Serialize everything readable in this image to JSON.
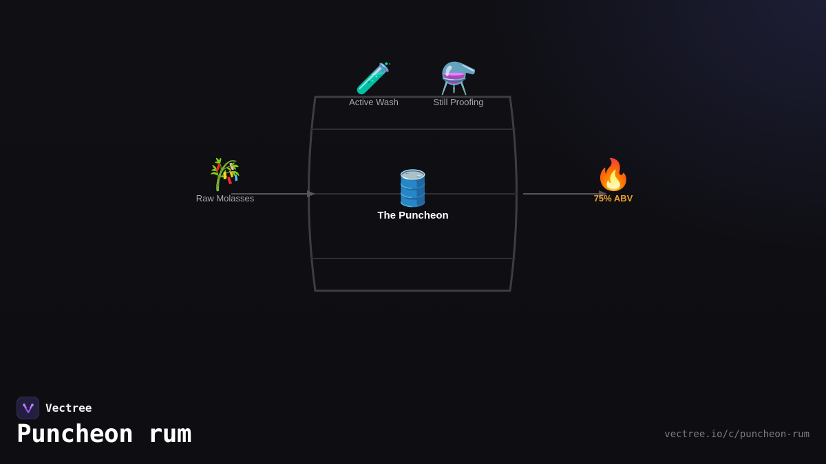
{
  "diagram": {
    "nodes": {
      "input": {
        "label": "Raw Molasses",
        "icon": "🎋",
        "icon_name": "bamboo-icon"
      },
      "wash": {
        "label": "Active Wash",
        "icon": "🧪",
        "icon_name": "test-tube-icon"
      },
      "still": {
        "label": "Still Proofing",
        "icon": "⚗️",
        "icon_name": "alembic-icon"
      },
      "center": {
        "label": "The Puncheon",
        "icon": "🛢️",
        "icon_name": "barrel-icon"
      },
      "output": {
        "label": "75% ABV",
        "icon": "🔥",
        "icon_name": "fire-icon"
      }
    },
    "colors": {
      "barrel_stroke": "#3d3d42",
      "connector": "#55555c",
      "output_label": "#f0a030"
    }
  },
  "brand": {
    "name": "Vectree",
    "logo_color": "#a855f7"
  },
  "page": {
    "title": "Puncheon rum",
    "url": "vectree.io/c/puncheon-rum"
  }
}
